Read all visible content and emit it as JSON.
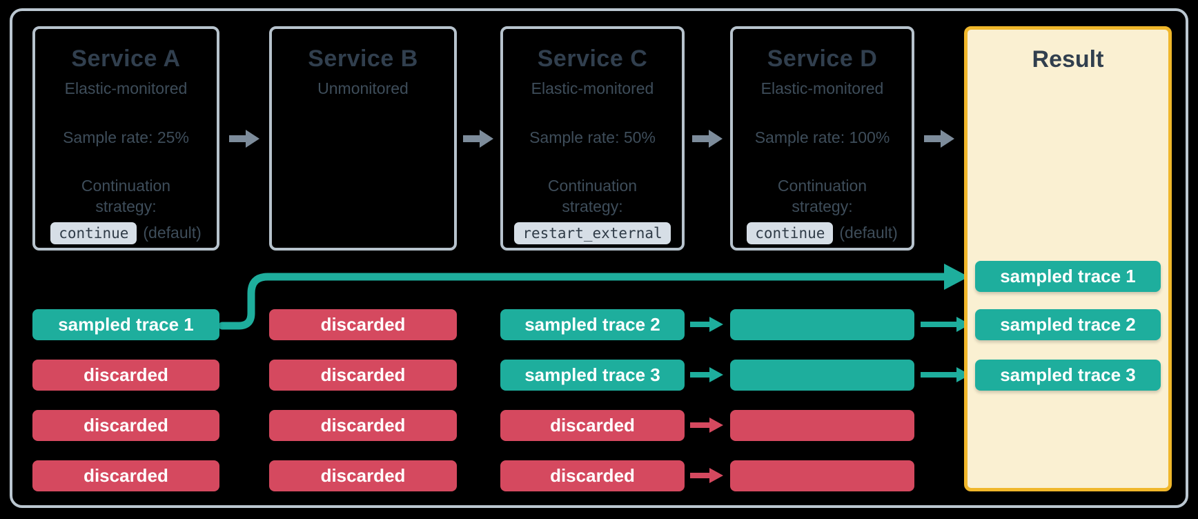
{
  "colors": {
    "teal": "#1EAE9D",
    "red": "#D5495F",
    "cream": "#FAF0D2",
    "gold": "#F0B72B",
    "frame": "#BBC7D1",
    "box_border": "#B7C3CD",
    "heading": "#313F4E",
    "body": "#3E4D5A",
    "code_bg": "#D6DEE6",
    "code_text": "#2F3B47",
    "arrow_gray": "#7D8C9B",
    "chip_text": "#FFFFFF"
  },
  "services": [
    {
      "title": "Service A",
      "subtitle": "Elastic-monitored",
      "sample_rate": "Sample rate: 25%",
      "strategy_label": "Continuation strategy:",
      "code": "continue",
      "code_suffix": "(default)"
    },
    {
      "title": "Service B",
      "subtitle": "Unmonitored",
      "sample_rate": "",
      "strategy_label": "",
      "code": "",
      "code_suffix": ""
    },
    {
      "title": "Service C",
      "subtitle": "Elastic-monitored",
      "sample_rate": "Sample rate: 50%",
      "strategy_label": "Continuation strategy:",
      "code": "restart_external",
      "code_suffix": ""
    },
    {
      "title": "Service D",
      "subtitle": "Elastic-monitored",
      "sample_rate": "Sample rate: 100%",
      "strategy_label": "Continuation strategy:",
      "code": "continue",
      "code_suffix": "(default)"
    }
  ],
  "trace_columns": [
    {
      "service": "Service A",
      "chips": [
        {
          "label": "sampled trace 1",
          "status": "sampled"
        },
        {
          "label": "discarded",
          "status": "discarded"
        },
        {
          "label": "discarded",
          "status": "discarded"
        },
        {
          "label": "discarded",
          "status": "discarded"
        }
      ]
    },
    {
      "service": "Service B",
      "chips": [
        {
          "label": "discarded",
          "status": "discarded"
        },
        {
          "label": "discarded",
          "status": "discarded"
        },
        {
          "label": "discarded",
          "status": "discarded"
        },
        {
          "label": "discarded",
          "status": "discarded"
        }
      ]
    },
    {
      "service": "Service C",
      "chips": [
        {
          "label": "sampled trace 2",
          "status": "sampled"
        },
        {
          "label": "sampled trace 3",
          "status": "sampled"
        },
        {
          "label": "discarded",
          "status": "discarded"
        },
        {
          "label": "discarded",
          "status": "discarded"
        }
      ]
    },
    {
      "service": "Service D",
      "chips": [
        {
          "label": "",
          "status": "sampled"
        },
        {
          "label": "",
          "status": "sampled"
        },
        {
          "label": "",
          "status": "discarded"
        },
        {
          "label": "",
          "status": "discarded"
        }
      ]
    }
  ],
  "result": {
    "title": "Result",
    "chips": [
      {
        "label": "sampled trace 1",
        "status": "sampled"
      },
      {
        "label": "sampled trace 2",
        "status": "sampled"
      },
      {
        "label": "sampled trace 3",
        "status": "sampled"
      }
    ]
  },
  "row_arrows": {
    "c_to_d": [
      "sampled",
      "sampled",
      "discarded",
      "discarded"
    ],
    "d_to_result": [
      "sampled",
      "sampled"
    ],
    "long_arrow_status": "sampled"
  }
}
